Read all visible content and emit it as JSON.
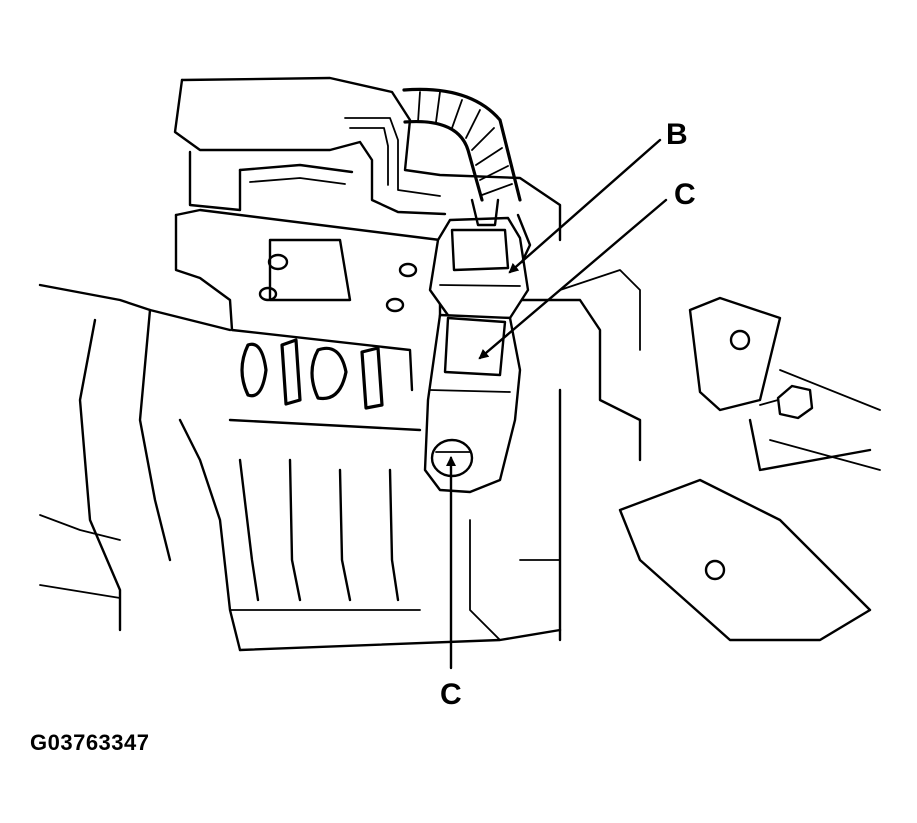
{
  "callouts": {
    "b_top": "B",
    "c_upper": "C",
    "c_lower": "C"
  },
  "figure_code": "G03763347",
  "colors": {
    "line": "#000000",
    "background": "#ffffff"
  }
}
